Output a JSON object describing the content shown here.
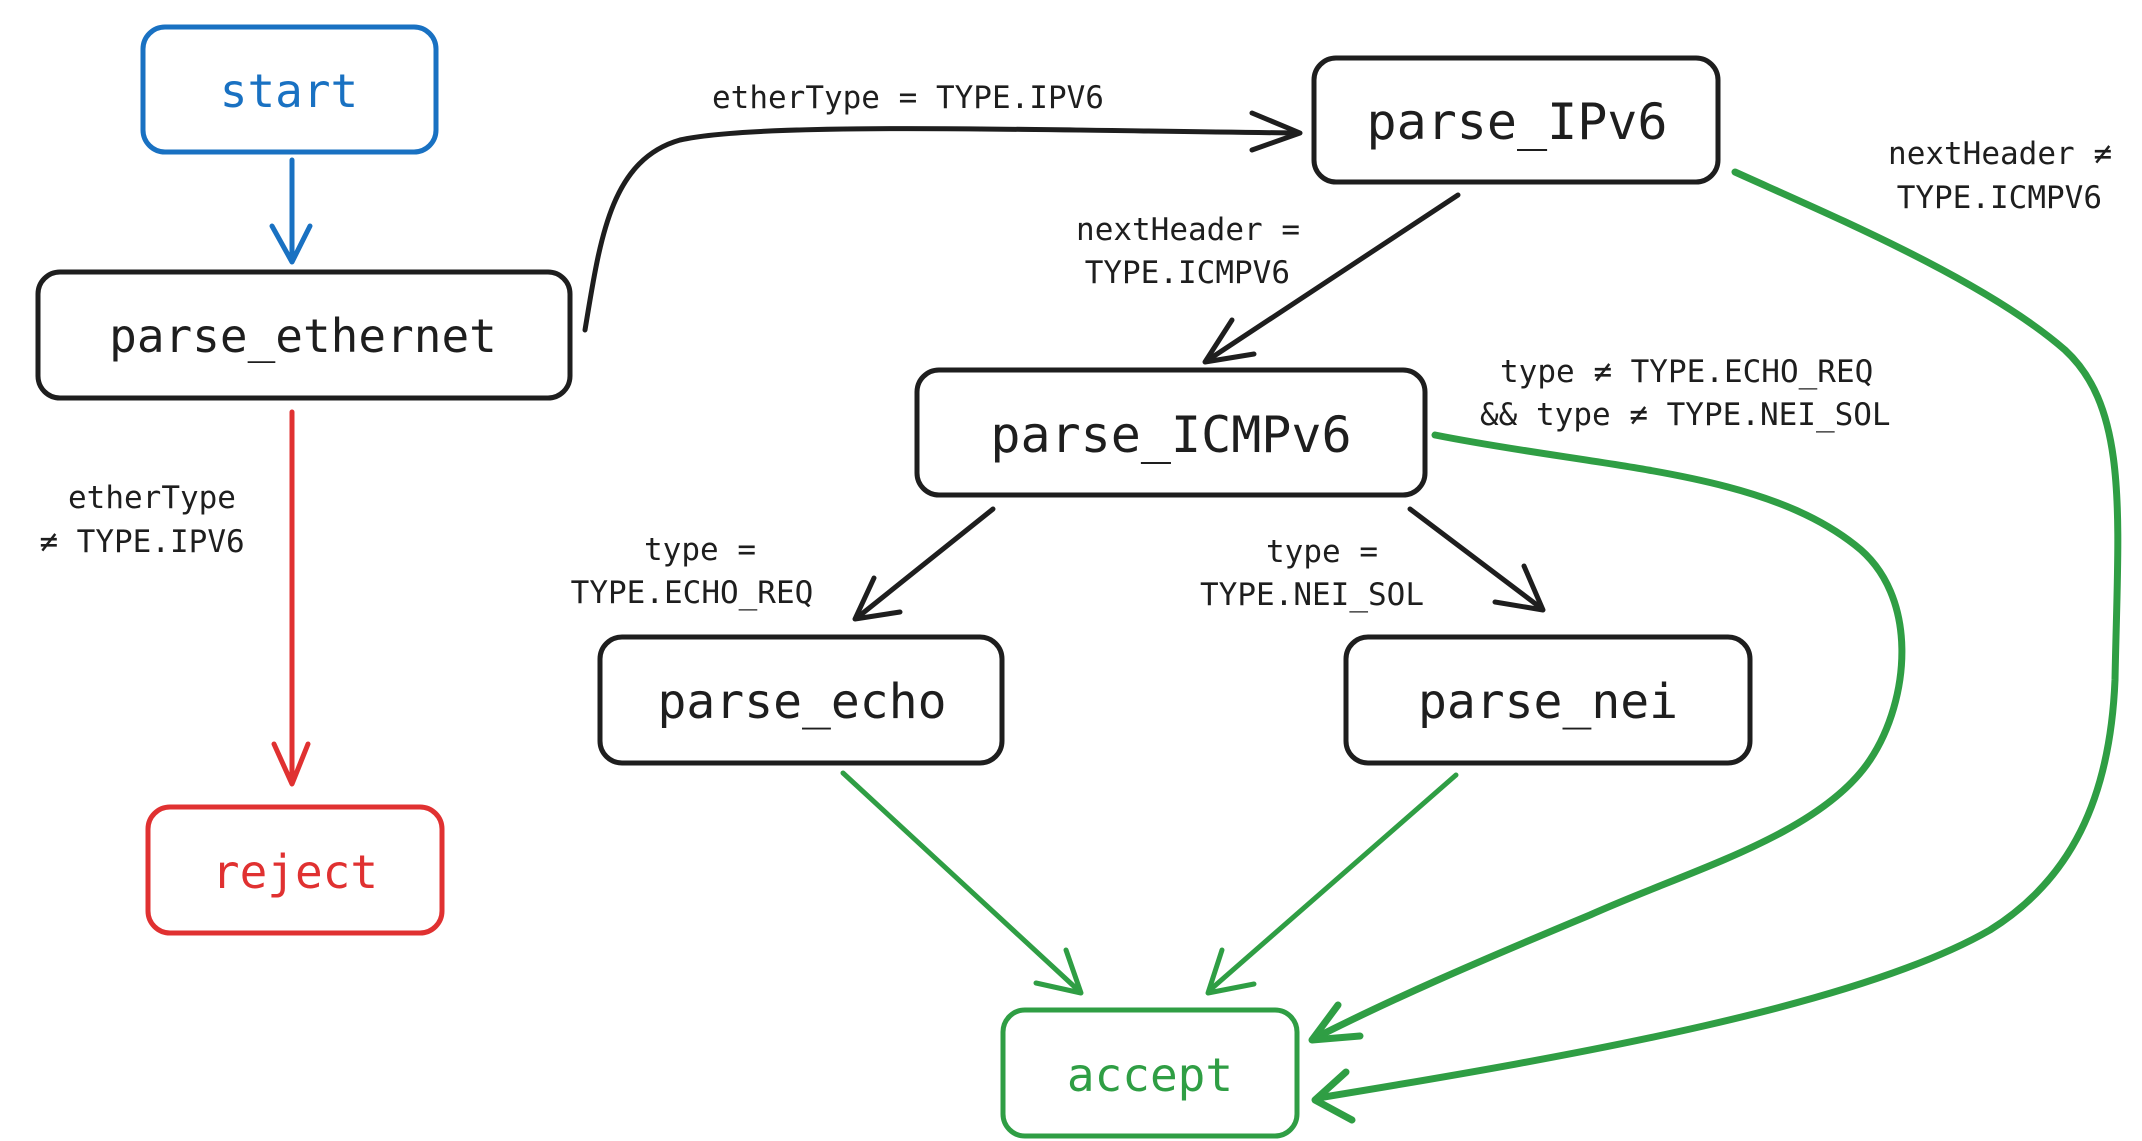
{
  "colors": {
    "blue": "#1971c2",
    "red": "#e03131",
    "green": "#2f9e44",
    "black": "#1e1e1e"
  },
  "nodes": {
    "start": "start",
    "parse_ethernet": "parse_ethernet",
    "parse_ipv6": "parse_IPv6",
    "parse_icmpv6": "parse_ICMPv6",
    "parse_echo": "parse_echo",
    "parse_nei": "parse_nei",
    "reject": "reject",
    "accept": "accept"
  },
  "edge_labels": {
    "ethertype_eq_ipv6": "etherType = TYPE.IPV6",
    "ethertype_ne_ipv6_1": "etherType",
    "ethertype_ne_ipv6_2": "≠ TYPE.IPV6",
    "nextheader_eq_1": "nextHeader =",
    "nextheader_eq_2": "TYPE.ICMPV6",
    "nextheader_ne_1": "nextHeader ≠",
    "nextheader_ne_2": "TYPE.ICMPV6",
    "type_ne_both_1": "type ≠ TYPE.ECHO_REQ",
    "type_ne_both_2": "&& type ≠ TYPE.NEI_SOL",
    "type_eq_echo_1": "type =",
    "type_eq_echo_2": "TYPE.ECHO_REQ",
    "type_eq_nei_1": "type =",
    "type_eq_nei_2": "TYPE.NEI_SOL"
  }
}
